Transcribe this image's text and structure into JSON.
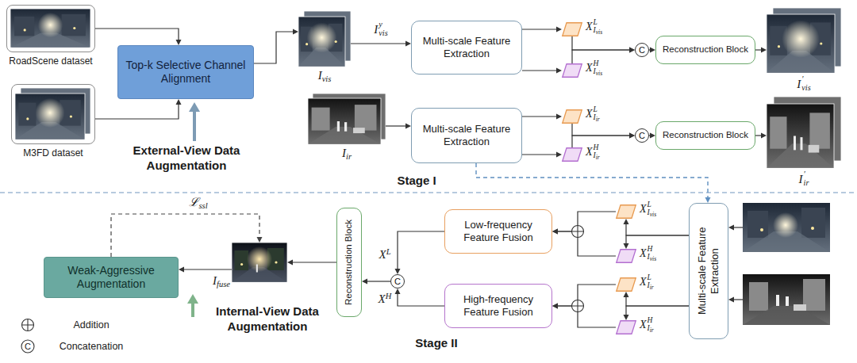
{
  "diagram": {
    "nodes": [
      {
        "text": [
          "RoadScene dataset"
        ]
      },
      {
        "text": [
          "M3FD dataset"
        ]
      },
      {
        "text": [
          "Top-k Selective Channel Alignment"
        ]
      },
      {
        "text": [
          "Ivis"
        ]
      },
      {
        "text": [
          "Multi-scale Feature Extraction"
        ]
      },
      {
        "text": [
          "XLIvis"
        ]
      },
      {
        "text": [
          "XHIvis"
        ]
      },
      {
        "text": [
          "C"
        ]
      },
      {
        "text": [
          "Reconstruction Block"
        ]
      },
      {
        "text": [
          "I′vis"
        ]
      },
      {
        "text": [
          "Iir"
        ]
      },
      {
        "text": [
          "Multi-scale Feature Extraction"
        ]
      },
      {
        "text": [
          "XLIir"
        ]
      },
      {
        "text": [
          "XHIir"
        ]
      },
      {
        "text": [
          "C"
        ]
      },
      {
        "text": [
          "Reconstruction Block"
        ]
      },
      {
        "text": [
          "I′ir"
        ]
      },
      {
        "text": [
          "Weak-Aggressive Augmentation"
        ]
      },
      {
        "text": [
          "Ifuse"
        ]
      },
      {
        "text": [
          "Reconstruction Block"
        ]
      },
      {
        "text": [
          "C"
        ]
      },
      {
        "text": [
          "Low-frequency Feature Fusion"
        ]
      },
      {
        "text": [
          "High-frequency Feature Fusion"
        ]
      },
      {
        "text": [
          "XLIvis"
        ]
      },
      {
        "text": [
          "XHIvis"
        ]
      },
      {
        "text": [
          "XLIir"
        ]
      },
      {
        "text": [
          "XHIir"
        ]
      },
      {
        "text": [
          "Multi-scale Feature Extraction"
        ]
      }
    ],
    "edges": [
      {
        "from": 0,
        "to": 2,
        "arrow": "to"
      },
      {
        "from": 1,
        "to": 2,
        "arrow": "to"
      },
      {
        "from": 2,
        "to": 3,
        "arrow": "to"
      },
      {
        "from": 3,
        "to": 4,
        "label": "Iyvis",
        "arrow": "to"
      },
      {
        "from": 4,
        "to": 5,
        "arrow": "to"
      },
      {
        "from": 4,
        "to": 6,
        "arrow": "to"
      },
      {
        "from": 5,
        "to": 7,
        "arrow": "to"
      },
      {
        "from": 6,
        "to": 7,
        "arrow": "to"
      },
      {
        "from": 7,
        "to": 8,
        "arrow": "to"
      },
      {
        "from": 8,
        "to": 9,
        "arrow": "to"
      },
      {
        "from": 10,
        "to": 11,
        "arrow": "to"
      },
      {
        "from": 11,
        "to": 12,
        "arrow": "to"
      },
      {
        "from": 11,
        "to": 13,
        "arrow": "to"
      },
      {
        "from": 12,
        "to": 14,
        "arrow": "to"
      },
      {
        "from": 13,
        "to": 14,
        "arrow": "to"
      },
      {
        "from": 14,
        "to": 15,
        "arrow": "to"
      },
      {
        "from": 15,
        "to": 16,
        "arrow": "to"
      },
      {
        "from": 11,
        "to": 27,
        "arrow": "to"
      },
      {
        "from": 27,
        "to": 23,
        "arrow": "to"
      },
      {
        "from": 27,
        "to": 24,
        "arrow": "to"
      },
      {
        "from": 27,
        "to": 25,
        "arrow": "to"
      },
      {
        "from": 27,
        "to": 26,
        "arrow": "to"
      },
      {
        "from": 23,
        "to": 21,
        "arrow": "to"
      },
      {
        "from": 24,
        "to": 21,
        "arrow": "to"
      },
      {
        "from": 25,
        "to": 22,
        "arrow": "to"
      },
      {
        "from": 26,
        "to": 22,
        "arrow": "to"
      },
      {
        "from": 21,
        "to": 20,
        "label": "XL",
        "arrow": "to"
      },
      {
        "from": 22,
        "to": 20,
        "label": "XH",
        "arrow": "to"
      },
      {
        "from": 20,
        "to": 19,
        "arrow": "to"
      },
      {
        "from": 19,
        "to": 18,
        "arrow": "to"
      },
      {
        "from": 18,
        "to": 17,
        "arrow": "to"
      },
      {
        "from": 17,
        "to": 18,
        "label": "ℒssl",
        "arrow": "to"
      }
    ],
    "labels": [
      "External-View Data Augmentation",
      "Stage I",
      "Internal-View Data Augmentation",
      "Stage II",
      "C"
    ],
    "legend": [
      {
        "text": "Addition"
      },
      {
        "text": "Concatenation"
      }
    ]
  }
}
